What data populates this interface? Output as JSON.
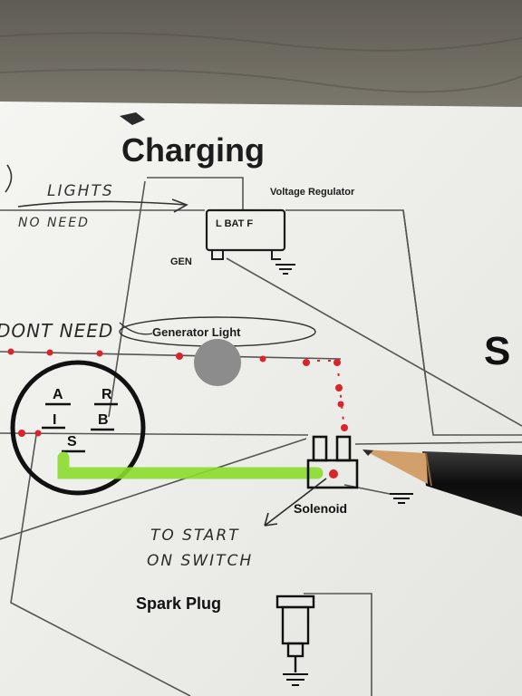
{
  "diagram": {
    "title": "Charging",
    "voltage_regulator_label": "Voltage Regulator",
    "regulator_terminals": "L BAT F",
    "gen_label": "GEN",
    "generator_light_label": "Generator Light",
    "solenoid_label": "Solenoid",
    "spark_plug_label": "Spark Plug",
    "switch_terminals": [
      "A",
      "R",
      "I",
      "B",
      "S"
    ],
    "partial_right_letter": "S"
  },
  "annotations": {
    "lights": "LIGHTS",
    "no_need": "NO NEED",
    "dont_need": "DONT NEED",
    "to_start_line1": "TO START",
    "to_start_line2": "ON SWITCH"
  },
  "colors": {
    "table": "#6f6c62",
    "paper": "#f2f2ef",
    "ink": "#1c1c1c",
    "red_marker": "#d8242a",
    "green_highlight": "#8bdc2c",
    "pencil_wood": "#d2a06a",
    "pencil_body": "#151515"
  }
}
